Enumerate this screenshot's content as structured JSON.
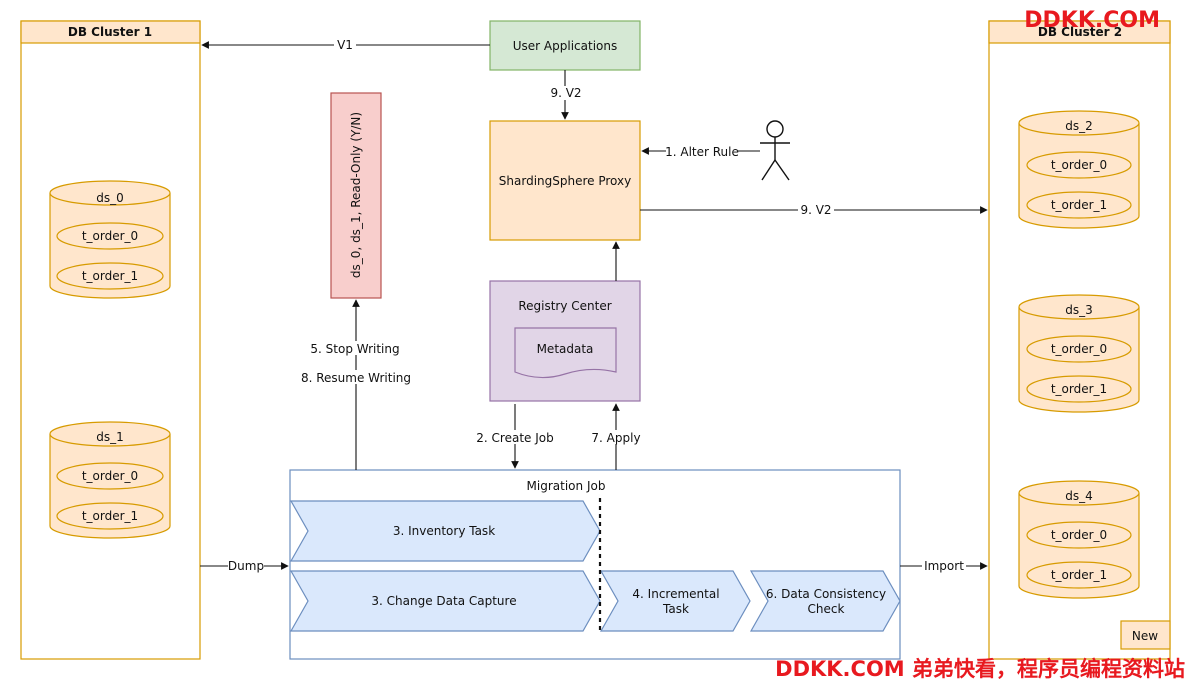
{
  "watermark": {
    "top": "DDKK.COM",
    "bottom": "DDKK.COM 弟弟快看，程序员编程资料站"
  },
  "colors": {
    "orange_fill": "#ffe6cc",
    "orange_stroke": "#d79b00",
    "green_fill": "#d5e8d4",
    "green_stroke": "#82b366",
    "purple_fill": "#e1d5e7",
    "purple_stroke": "#9673a6",
    "red_fill": "#f8cecc",
    "red_stroke": "#b85450",
    "blue_fill": "#dae8fc",
    "blue_stroke": "#6c8ebf"
  },
  "cluster1": {
    "title": "DB Cluster 1",
    "ds0": {
      "name": "ds_0",
      "tables": [
        "t_order_0",
        "t_order_1"
      ]
    },
    "ds1": {
      "name": "ds_1",
      "tables": [
        "t_order_0",
        "t_order_1"
      ]
    }
  },
  "cluster2": {
    "title": "DB Cluster 2",
    "ds2": {
      "name": "ds_2",
      "tables": [
        "t_order_0",
        "t_order_1"
      ]
    },
    "ds3": {
      "name": "ds_3",
      "tables": [
        "t_order_0",
        "t_order_1"
      ]
    },
    "ds4": {
      "name": "ds_4",
      "tables": [
        "t_order_0",
        "t_order_1"
      ]
    },
    "new_badge": "New"
  },
  "user_apps": "User Applications",
  "proxy": "ShardingSphere Proxy",
  "registry": {
    "title": "Registry Center",
    "metadata": "Metadata"
  },
  "readonly": "ds_0, ds_1, Read-Only (Y/N)",
  "migration": {
    "title": "Migration Job",
    "inventory": "3. Inventory Task",
    "cdc": "3. Change Data Capture",
    "incremental_1": "4. Incremental",
    "incremental_2": "Task",
    "consistency_1": "6. Data Consistency",
    "consistency_2": "Check"
  },
  "edges": {
    "v1": "V1",
    "v2_down": "9. V2",
    "v2_right": "9. V2",
    "alter_rule": "1. Alter Rule",
    "stop_writing": "5. Stop Writing",
    "resume_writing": "8. Resume Writing",
    "create_job": "2. Create Job",
    "apply": "7. Apply",
    "dump": "Dump",
    "import": "Import"
  }
}
